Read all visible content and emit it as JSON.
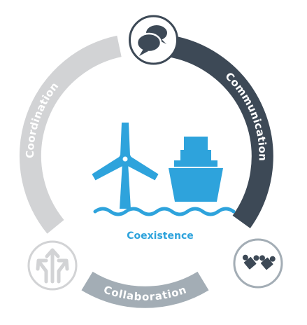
{
  "center": {
    "label": "Coexistence",
    "icon": "wind-turbine-ship-icon"
  },
  "segments": [
    {
      "label": "Communication",
      "icon": "speech-bubbles-icon",
      "color": "#3d4956"
    },
    {
      "label": "Collaboration",
      "icon": "puzzle-pieces-icon",
      "color": "#a3adb5"
    },
    {
      "label": "Coordination",
      "icon": "diverging-arrows-icon",
      "color": "#d2d3d5"
    }
  ],
  "colors": {
    "accent": "#2ea3dc",
    "dark": "#3d4956",
    "mid": "#a3adb5",
    "light": "#d2d3d5"
  }
}
